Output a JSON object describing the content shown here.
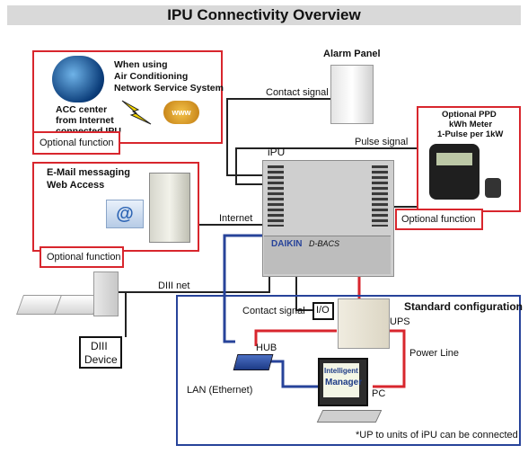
{
  "title": "IPU Connectivity Overview",
  "acc_box": {
    "heading_lines": [
      "When using",
      "Air Conditioning",
      "Network Service System"
    ],
    "acc_lines": [
      "ACC center",
      "from Internet",
      "connected IPU"
    ],
    "www_label": "www",
    "optional_label": "Optional function"
  },
  "email_box": {
    "heading_lines": [
      "E-Mail messaging",
      "Web Access"
    ],
    "optional_label": "Optional function"
  },
  "ppd_box": {
    "heading_lines": [
      "Optional PPD",
      "kWh Meter",
      "1-Pulse per 1kW"
    ],
    "optional_label": "Optional function"
  },
  "alarm_panel_label": "Alarm Panel",
  "ipu_label": "iPU",
  "ipu_brand": "DAIKIN",
  "ipu_model": "D-BACS",
  "contact_signal_top": "Contact signal",
  "pulse_signal": "Pulse signal",
  "internet": "Internet",
  "diii_net": "DIII net",
  "diii_device_lines": [
    "DIII",
    "Device"
  ],
  "standard_config": {
    "title": "Standard configuration",
    "contact_signal": "Contact signal",
    "io_label": "I/O",
    "ups": "UPS",
    "hub": "HUB",
    "power_line": "Power Line",
    "lan": "LAN (Ethernet)",
    "pc": "PC",
    "im_line1": "Intelligent",
    "im_line2": "Manager",
    "footnote": "*UP to units of iPU can be connected"
  },
  "colors": {
    "red": "#d8262d",
    "blue": "#27439a",
    "wire": "#222222"
  }
}
